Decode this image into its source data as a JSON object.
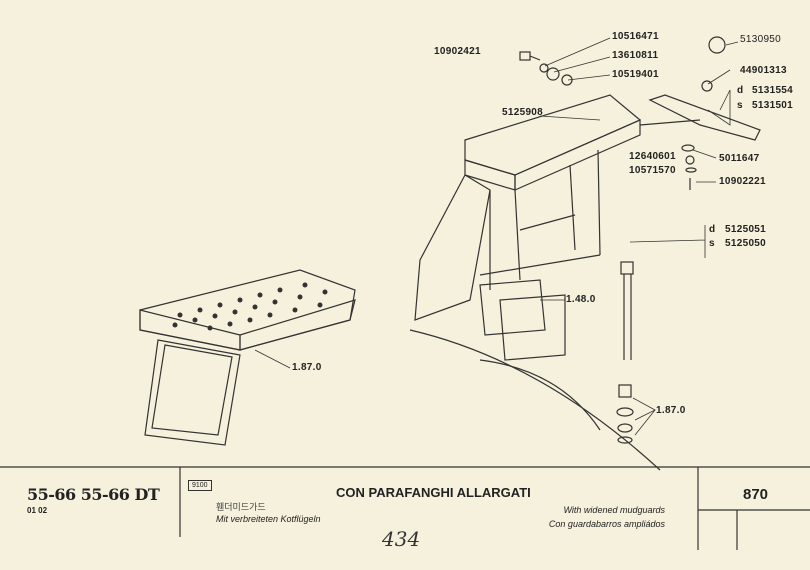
{
  "callouts": {
    "p10516471": "10516471",
    "p13610811": "13610811",
    "p10519401": "10519401",
    "p10902421": "10902421",
    "p5130950": "5130950",
    "p44901313": "44901313",
    "d_mark1": "d",
    "p5131554": "5131554",
    "s_mark1": "s",
    "p5131501": "5131501",
    "p5125908": "5125908",
    "p12640601": "12640601",
    "p10571570": "10571570",
    "p5011647": "5011647",
    "p10902221": "10902221",
    "d_mark2": "d",
    "p5125051": "5125051",
    "s_mark2": "s",
    "p5125050": "5125050",
    "ref148": "1.48.0",
    "ref187a": "1.87.0",
    "ref187b": "1.87.0"
  },
  "title_block": {
    "models": "55-66 55-66 DT",
    "sub": "01 02",
    "group_code": "9100",
    "title": "CON PARAFANGHI ALLARGATI",
    "korean": "휀더미드가드",
    "german": "Mit verbreiteten Kotflügeln",
    "english": "With widened mudguards",
    "spanish": "Con guardabarros ampliádos",
    "handwritten": "434",
    "page": "870"
  }
}
